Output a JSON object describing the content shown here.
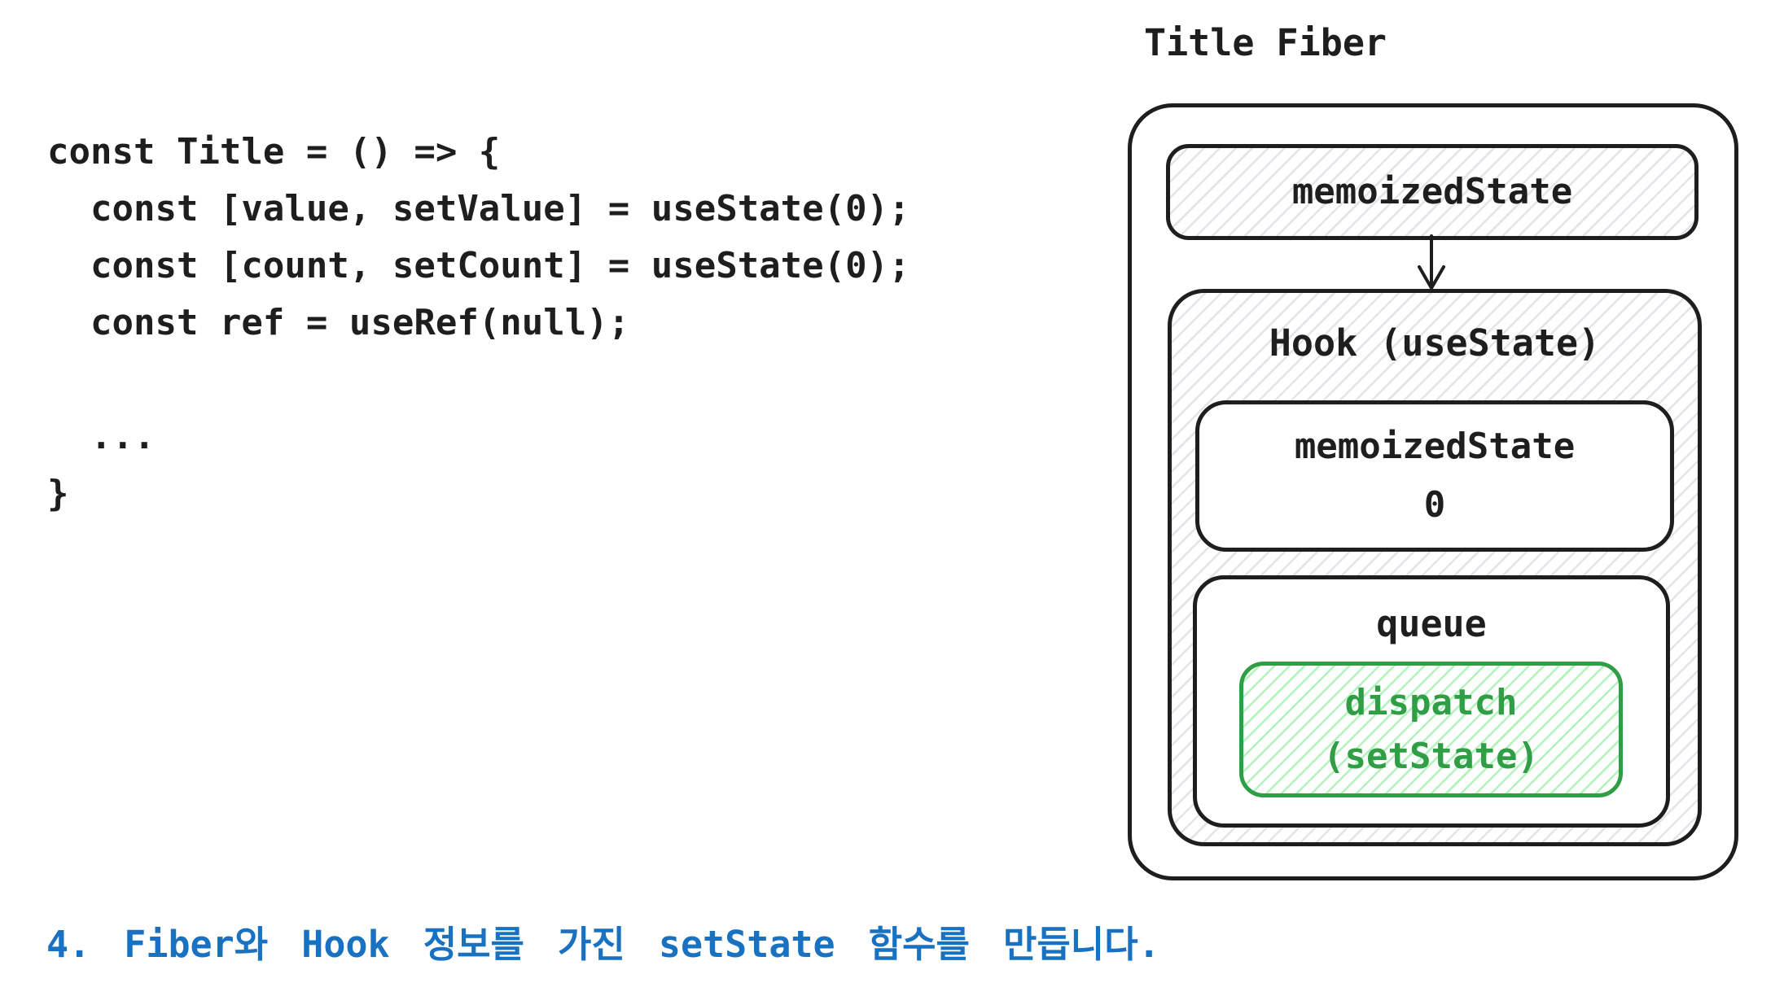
{
  "code": {
    "lines": [
      "const Title = () => {",
      "  const [value, setValue] = useState(0);",
      "  const [count, setCount] = useState(0);",
      "  const ref = useRef(null);",
      "",
      "  ...",
      "}"
    ]
  },
  "diagram": {
    "title": "Title Fiber",
    "fiber_memoized_state": {
      "label": "memoizedState"
    },
    "hook": {
      "label": "Hook (useState)",
      "memoized_state": {
        "label": "memoizedState",
        "value": "0"
      },
      "queue": {
        "label": "queue",
        "dispatch": {
          "line1": "dispatch",
          "line2": "(setState)"
        }
      }
    }
  },
  "caption": {
    "text": "4. Fiber와 Hook 정보를 가진 setState 함수를 만듭니다."
  },
  "colors": {
    "ink": "#1e1e1e",
    "green": "#2f9e44",
    "green_hatch": "#b2f2bb",
    "gray_hatch": "#e3e4e8",
    "blue": "#1971c2",
    "background": "#ffffff"
  }
}
